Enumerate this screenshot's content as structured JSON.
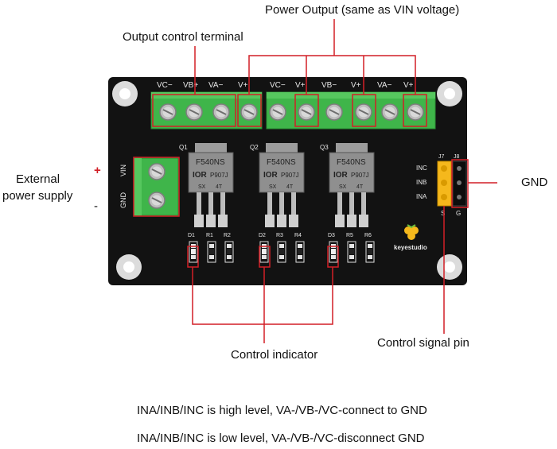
{
  "labels": {
    "power_output": "Power Output (same as VIN voltage)",
    "output_control": "Output control terminal",
    "external_line1": "External",
    "external_line2": "power supply",
    "plus": "+",
    "minus": "-",
    "gnd": "GND",
    "control_indicator": "Control indicator",
    "control_signal": "Control signal pin"
  },
  "notes": {
    "high": "INA/INB/INC is high level, VA-/VB-/VC-connect to GND",
    "low": "INA/INB/INC is low level, VA-/VB-/VC-disconnect GND"
  },
  "board": {
    "terminal_labels": [
      "VC−",
      "VB+",
      "VA−",
      "V+",
      "VC−",
      "V+",
      "VB−",
      "V+",
      "VA−",
      "V+"
    ],
    "power_labels": [
      "VIN",
      "GND"
    ],
    "mosfets": [
      {
        "ref": "Q1",
        "part": "F540NS",
        "brand": "IOR",
        "code": "P907J",
        "sub1": "SX",
        "sub2": "4T"
      },
      {
        "ref": "Q2",
        "part": "F540NS",
        "brand": "IOR",
        "code": "P907J",
        "sub1": "SX",
        "sub2": "4T"
      },
      {
        "ref": "Q3",
        "part": "F540NS",
        "brand": "IOR",
        "code": "P907J",
        "sub1": "SX",
        "sub2": "4T"
      }
    ],
    "smd_labels": [
      "D1",
      "R1",
      "R2",
      "D2",
      "R3",
      "R4",
      "D3",
      "R5",
      "R6"
    ],
    "signal_labels": [
      "INC",
      "INB",
      "INA"
    ],
    "header_labels": [
      "J7",
      "J8",
      "S",
      "G"
    ],
    "brand": "keyestudio"
  },
  "colors": {
    "pcb": "#111111",
    "terminal": "#3fb54a",
    "callout": "#d21f26",
    "header_pins": "#f5b81c"
  }
}
